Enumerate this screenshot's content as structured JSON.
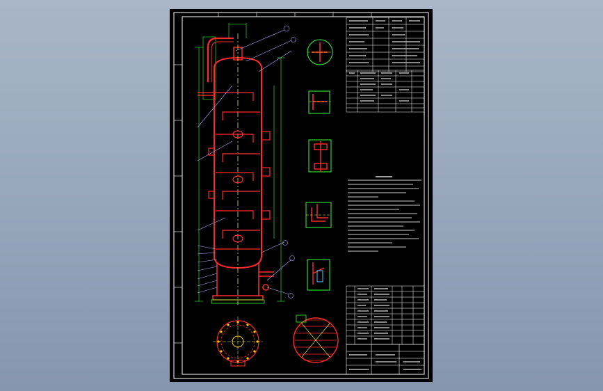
{
  "colors": {
    "background_top": "#a9b6c8",
    "background_bottom": "#8596ad",
    "sheet": "#000000",
    "border": "#ffffff",
    "vessel": "#ff2a2a",
    "dimension": "#33ff33",
    "center_line": "#ffff33",
    "leader": "#b9a7ff",
    "bolt": "#ffcc00"
  },
  "drawing": {
    "views": [
      {
        "id": "main-elevation"
      },
      {
        "id": "detail-nozzle"
      },
      {
        "id": "detail-section-a"
      },
      {
        "id": "detail-section-b"
      },
      {
        "id": "detail-section-c"
      },
      {
        "id": "detail-section-d"
      },
      {
        "id": "plan-bottom"
      },
      {
        "id": "plan-tray"
      }
    ]
  }
}
